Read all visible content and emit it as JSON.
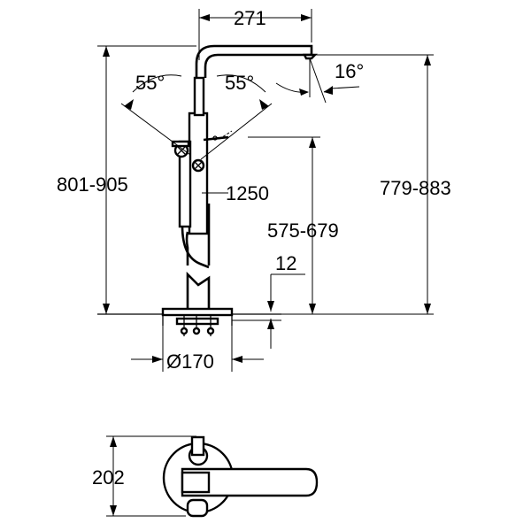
{
  "drawing": {
    "side_view": {
      "dimensions": {
        "spout_reach": "271",
        "angle_left": "55°",
        "angle_right": "55°",
        "spout_angle": "16°",
        "total_height_range": "801-905",
        "spout_height_range": "779-883",
        "hose_length": "1250",
        "handle_height_range": "575-679",
        "floor_offset": "12",
        "base_diameter": "Ø170"
      }
    },
    "top_view": {
      "dimensions": {
        "depth": "202"
      }
    }
  }
}
